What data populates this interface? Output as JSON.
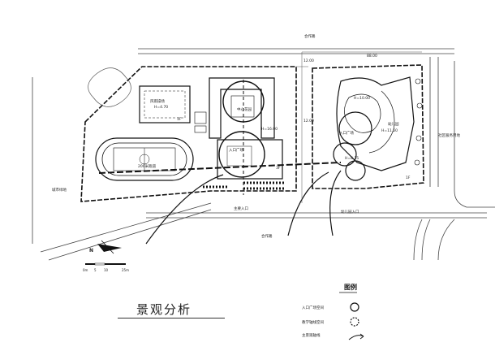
{
  "title": "景观分析",
  "legend": {
    "heading": "图例",
    "items": [
      {
        "label": "入口广场空间"
      },
      {
        "label": "教学轴线空间"
      },
      {
        "label": "主景观轴线"
      }
    ]
  },
  "north": {
    "label": "N"
  },
  "scale_bar": {
    "ticks": [
      "0m",
      "5",
      "10",
      "25m"
    ]
  },
  "labels": {
    "road_top": "合作路",
    "road_bottom": "合作路",
    "entrance_main": "主要入口",
    "entrance_secondary": "幼儿园入口",
    "track": "200米跑道",
    "bldg_sports": "风雨操场",
    "bldg_kindergarten": "幼儿园",
    "plaza_left": "入口广场",
    "plaza_right": "入口广场",
    "garden": "中心花园",
    "side_left": "城市绿地",
    "side_right": "社区服务用地",
    "dim_top": "88.00",
    "dim_left": "12.00",
    "dim_mid": "12.00",
    "dim_a": "H=16.00",
    "dim_b": "H=11.50",
    "dim_c": "H=8.15",
    "dim_d": "H=4.70",
    "dim_e": "H=10.00",
    "floor_1": "3F",
    "floor_2": "1F",
    "floor_3": "1F"
  },
  "colors": {
    "line": "#1a1a1a",
    "thin": "#555555",
    "bg": "#ffffff"
  }
}
